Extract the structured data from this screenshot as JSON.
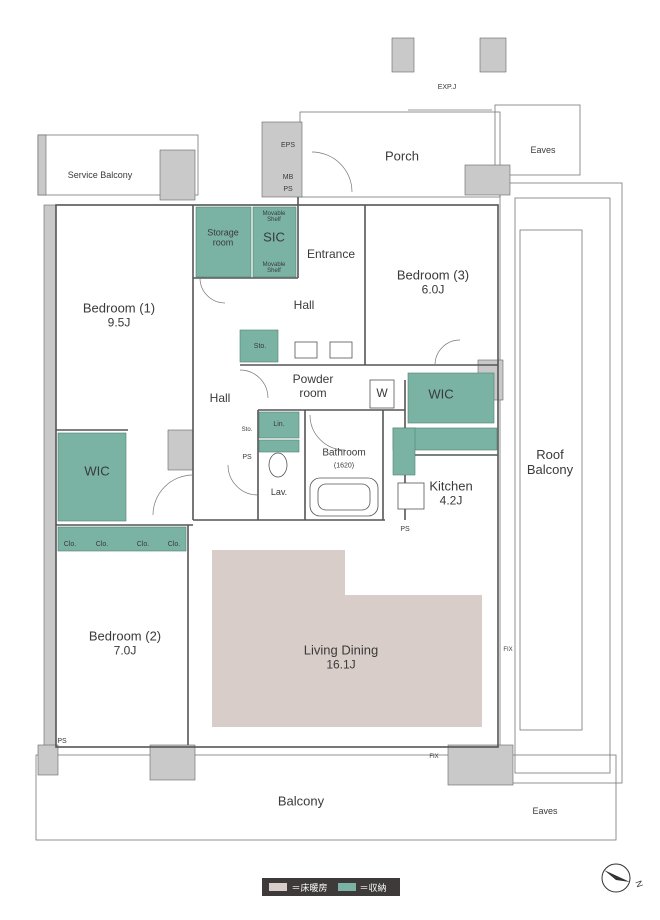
{
  "rooms": {
    "service_balcony": "Service Balcony",
    "porch": "Porch",
    "eps": "EPS",
    "mb": "MB",
    "ps_mb": "PS",
    "eaves_top": "Eaves",
    "exp_j": "EXP.J",
    "storage_room_1": "Storage",
    "storage_room_2": "room",
    "movable_shelf_top_1": "Movable",
    "movable_shelf_top_2": "Shelf",
    "sic": "SIC",
    "movable_shelf_bottom_1": "Movable",
    "movable_shelf_bottom_2": "Shelf",
    "entrance": "Entrance",
    "bedroom1": "Bedroom (1)",
    "bedroom1_area": "9.5J",
    "hall_top": "Hall",
    "bedroom3": "Bedroom (3)",
    "bedroom3_area": "6.0J",
    "sto_top": "Sto.",
    "powder_room_1": "Powder",
    "powder_room_2": "room",
    "w": "W",
    "wic_right": "WIC",
    "hall_left": "Hall",
    "sto_small": "Sto.",
    "lin": "Lin.",
    "ps_small": "PS",
    "bathroom": "Bathroom",
    "bathroom_size": "(1620)",
    "wic_left": "WIC",
    "lav": "Lav.",
    "kitchen": "Kitchen",
    "kitchen_area": "4.2J",
    "ps_kitchen": "PS",
    "roof_balcony_1": "Roof",
    "roof_balcony_2": "Balcony",
    "clo1": "Clo.",
    "clo2": "Clo.",
    "clo3": "Clo.",
    "clo4": "Clo.",
    "bedroom2": "Bedroom (2)",
    "bedroom2_area": "7.0J",
    "living_dining": "Living Dining",
    "living_dining_area": "16.1J",
    "fix_right": "FIX",
    "fix_bottom": "FIX",
    "ps_bottom": "PS",
    "balcony": "Balcony",
    "eaves_bottom": "Eaves"
  },
  "legend": {
    "heated_floor": "＝床暖房",
    "storage": "＝収納"
  },
  "compass": {
    "label": "N"
  },
  "colors": {
    "storage": "#7ab3a3",
    "heated_floor": "#d8cdc8",
    "wall": "#c9c9c9",
    "line": "#555555"
  }
}
